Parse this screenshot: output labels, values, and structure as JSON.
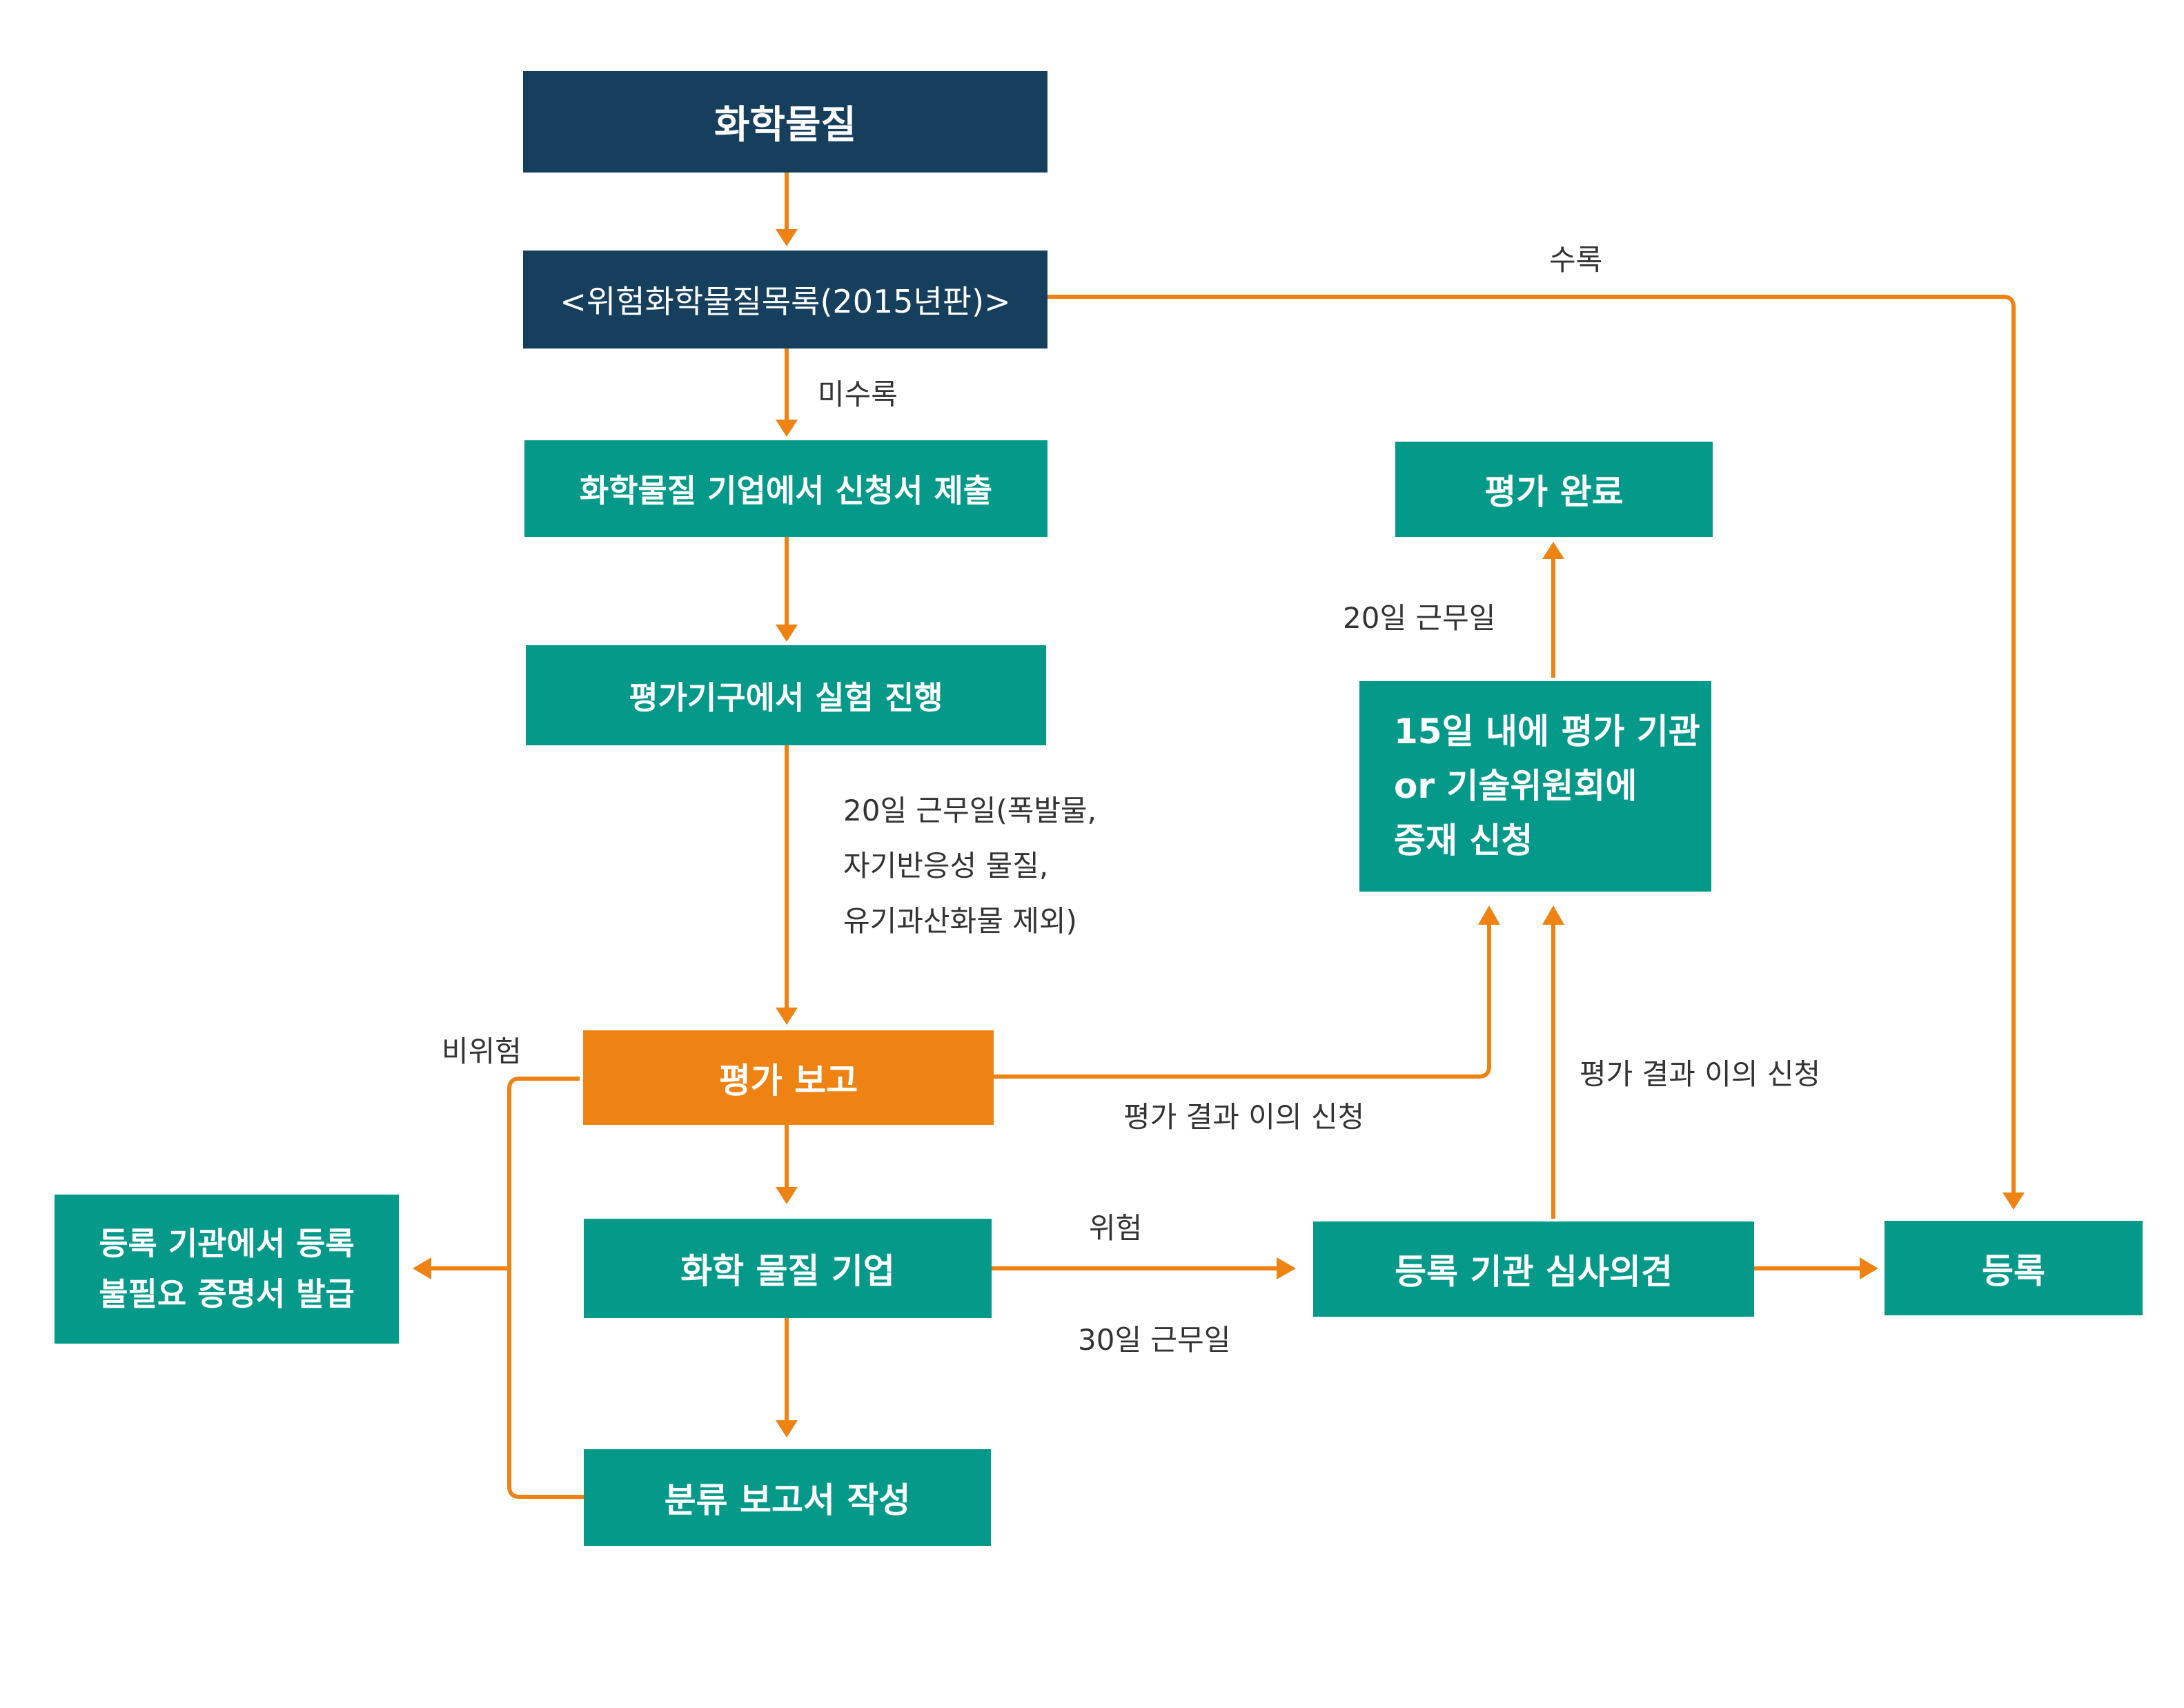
{
  "colors": {
    "navy": "#163f5e",
    "teal": "#05998a",
    "orange": "#ee8313",
    "arrow": "#ee8313",
    "label_text": "#333333"
  },
  "nodes": {
    "chemical": "화학물질",
    "hazard_list": "<위험화학물질목록(2015년판)>",
    "company_application": "화학물질 기업에서 신청서 제출",
    "testing": "평가기구에서 실험 진행",
    "eval_report": "평가 보고",
    "chemical_company": "화학 물질 기업",
    "classification_report": "분류 보고서 작성",
    "no_registration_cert": [
      "등록 기관에서 등록",
      "불필요 증명서 발급"
    ],
    "registry_review": "등록 기관 심사의견",
    "registration": "등록",
    "mediation_request": [
      "15일 내에 평가 기관",
      "or 기술위원회에",
      "중재 신청"
    ],
    "eval_complete": "평가 완료"
  },
  "edge_labels": {
    "listed": "수록",
    "not_listed": "미수록",
    "testing_days": [
      "20일 근무일(폭발물,",
      "자기반응성 물질,",
      "유기과산화물 제외)"
    ],
    "non_hazardous": "비위험",
    "objection_from_report": "평가 결과 이의 신청",
    "objection_from_review": "평가 결과 이의 신청",
    "hazardous": "위험",
    "review_days": "30일 근무일",
    "mediation_days": "20일 근무일"
  }
}
